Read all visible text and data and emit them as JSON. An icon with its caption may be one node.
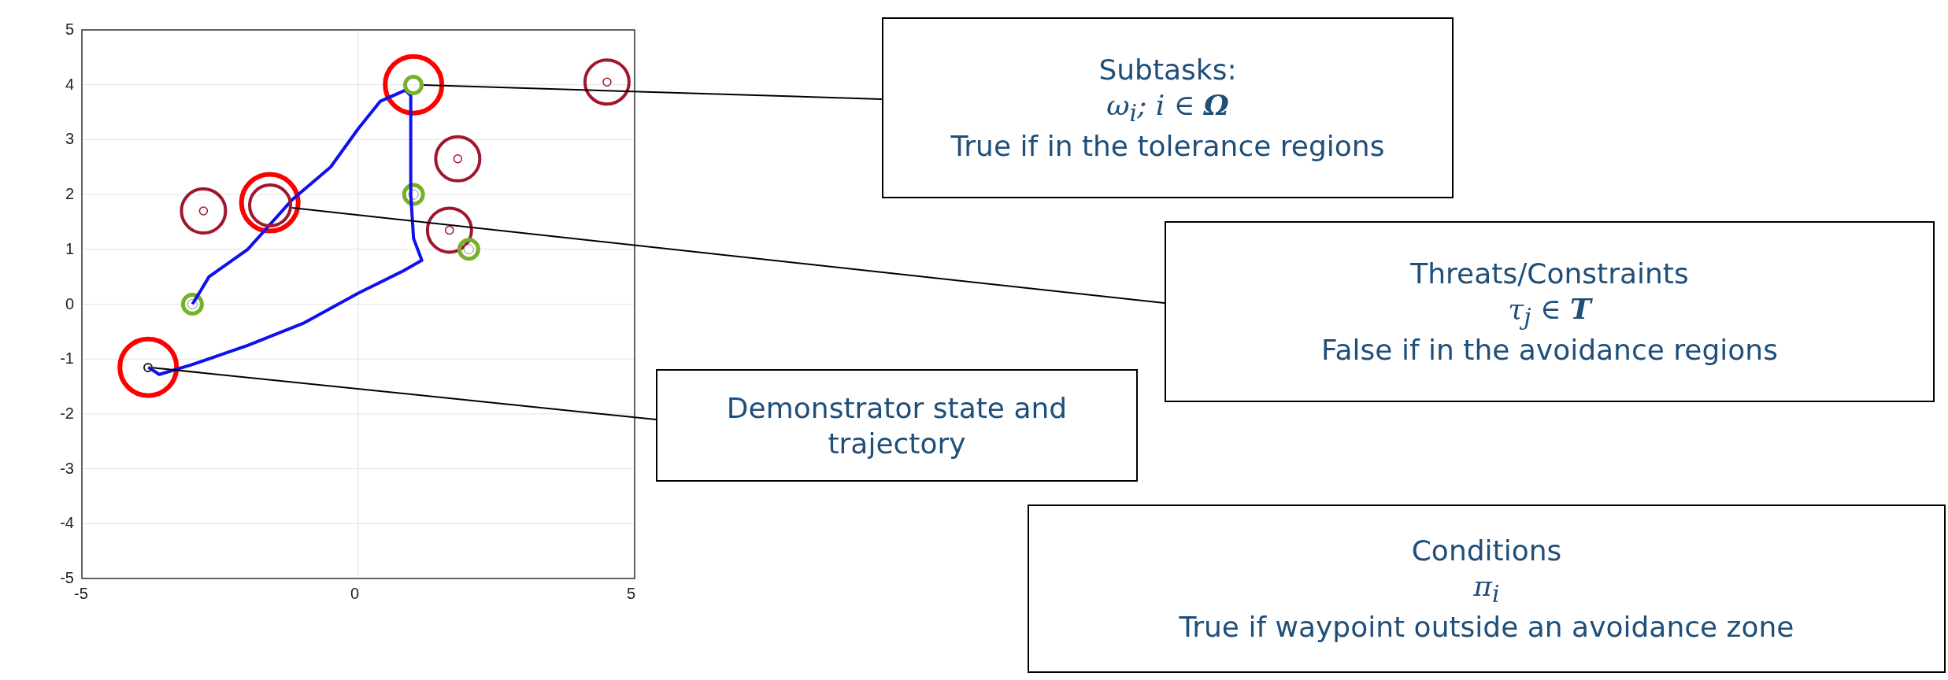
{
  "diagram": {
    "nodes": [
      {
        "text": [
          "Subtasks:",
          "ω$_{i}$; i ∈ **Ω**",
          "True if in the tolerance regions"
        ]
      },
      {
        "text": [
          "Threats/Constraints",
          "τ$_{j}$ ∈ **T**",
          "False if in the avoidance regions"
        ]
      },
      {
        "text": [
          "Demonstrator state and trajectory"
        ]
      },
      {
        "text": [
          "Conditions",
          "π$_{i}$",
          "True if waypoint outside an avoidance zone"
        ]
      },
      {
        "text": [],
        "shape": "circle"
      },
      {
        "text": [],
        "shape": "circle"
      },
      {
        "text": [],
        "shape": "circle"
      }
    ],
    "edges": [
      {
        "from": 0,
        "to": 4,
        "arrow": "none"
      },
      {
        "from": 1,
        "to": 5,
        "arrow": "none"
      },
      {
        "from": 2,
        "to": 6,
        "arrow": "none"
      }
    ],
    "labels": [
      "5",
      "4",
      "3",
      "2",
      "1",
      "0",
      "-1",
      "-2",
      "-3",
      "-4",
      "-5",
      "-5",
      "0",
      "5"
    ]
  }
}
